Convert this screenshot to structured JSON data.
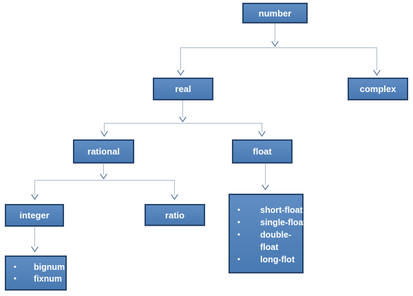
{
  "diagram": {
    "type": "tree",
    "nodes": {
      "number": "number",
      "real": "real",
      "complex": "complex",
      "rational": "rational",
      "float": "float",
      "integer": "integer",
      "ratio": "ratio"
    },
    "integer_children": [
      "bignum",
      "fixnum"
    ],
    "float_children": [
      "short-float",
      "single-float",
      "double-float",
      "long-flot"
    ],
    "edges": [
      {
        "from": "number",
        "to": "real"
      },
      {
        "from": "number",
        "to": "complex"
      },
      {
        "from": "real",
        "to": "rational"
      },
      {
        "from": "real",
        "to": "float"
      },
      {
        "from": "rational",
        "to": "integer"
      },
      {
        "from": "rational",
        "to": "ratio"
      },
      {
        "from": "integer",
        "to": "integer_children"
      },
      {
        "from": "float",
        "to": "float_children"
      }
    ]
  },
  "icons": {
    "bullet": "•"
  },
  "colors": {
    "node_fill": "#4d80bc",
    "node_border": "#26456d",
    "node_text": "#ffffff",
    "connector_line": "#a9b9cc",
    "connector_arrow": "#5c7a9e",
    "background": "#ffffff"
  }
}
